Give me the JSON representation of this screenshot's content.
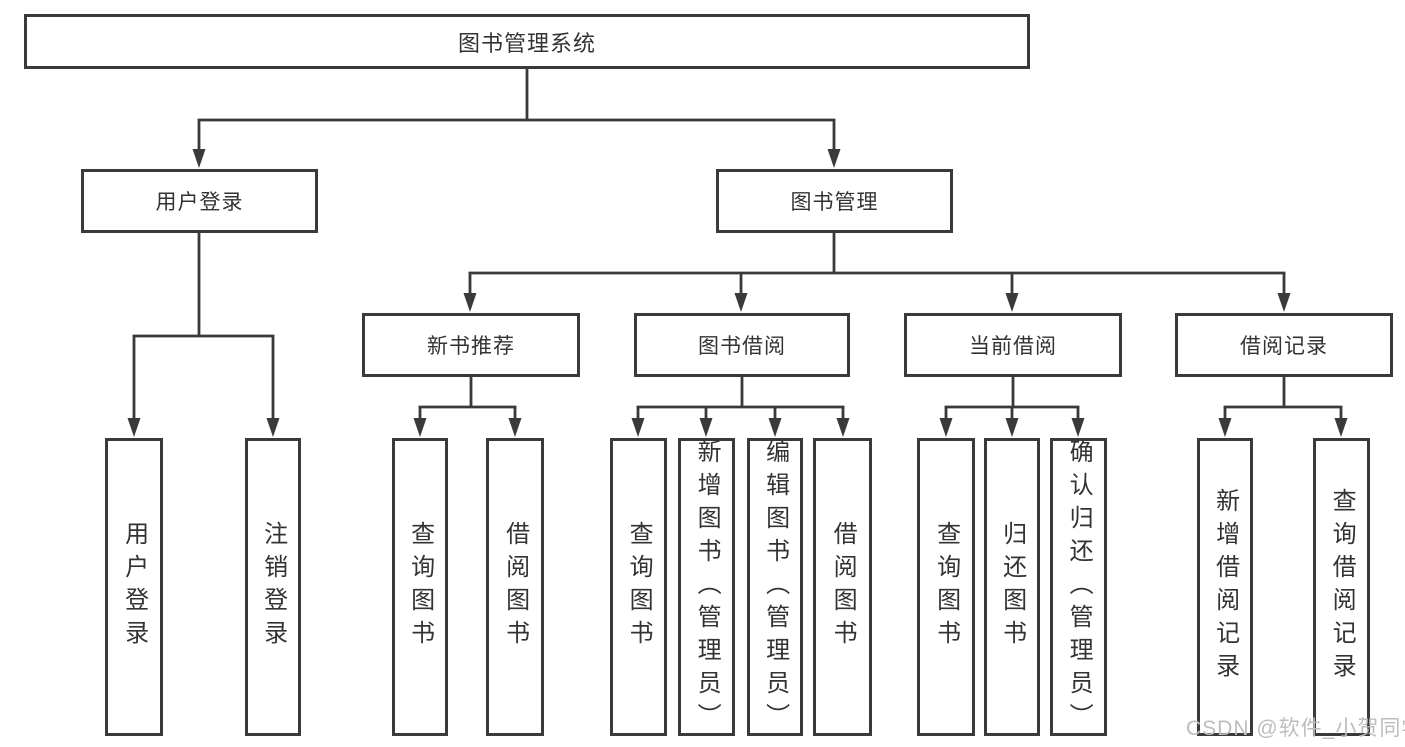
{
  "diagram": {
    "root": {
      "label": "图书管理系统"
    },
    "level2": [
      {
        "label": "用户登录"
      },
      {
        "label": "图书管理"
      }
    ],
    "level3": [
      {
        "label": "新书推荐"
      },
      {
        "label": "图书借阅"
      },
      {
        "label": "当前借阅"
      },
      {
        "label": "借阅记录"
      }
    ],
    "leaves": {
      "user_login": [
        {
          "label": "用户登录"
        },
        {
          "label": "注销登录"
        }
      ],
      "new_book_recommend": [
        {
          "label": "查询图书"
        },
        {
          "label": "借阅图书"
        }
      ],
      "book_borrow": [
        {
          "label": "查询图书"
        },
        {
          "label": "新增图书（管理员）"
        },
        {
          "label": "编辑图书（管理员）"
        },
        {
          "label": "借阅图书"
        }
      ],
      "current_borrow": [
        {
          "label": "查询图书"
        },
        {
          "label": "归还图书"
        },
        {
          "label": "确认归还（管理员）"
        }
      ],
      "borrow_records": [
        {
          "label": "新增借阅记录"
        },
        {
          "label": "查询借阅记录"
        }
      ]
    }
  },
  "watermark": {
    "text": "CSDN @软件_小贺同学"
  },
  "colors": {
    "line": "#3a3a3a",
    "text": "#333333",
    "box_background": "#ffffff",
    "watermark": "#bdbdbd",
    "background": "#ffffff"
  }
}
